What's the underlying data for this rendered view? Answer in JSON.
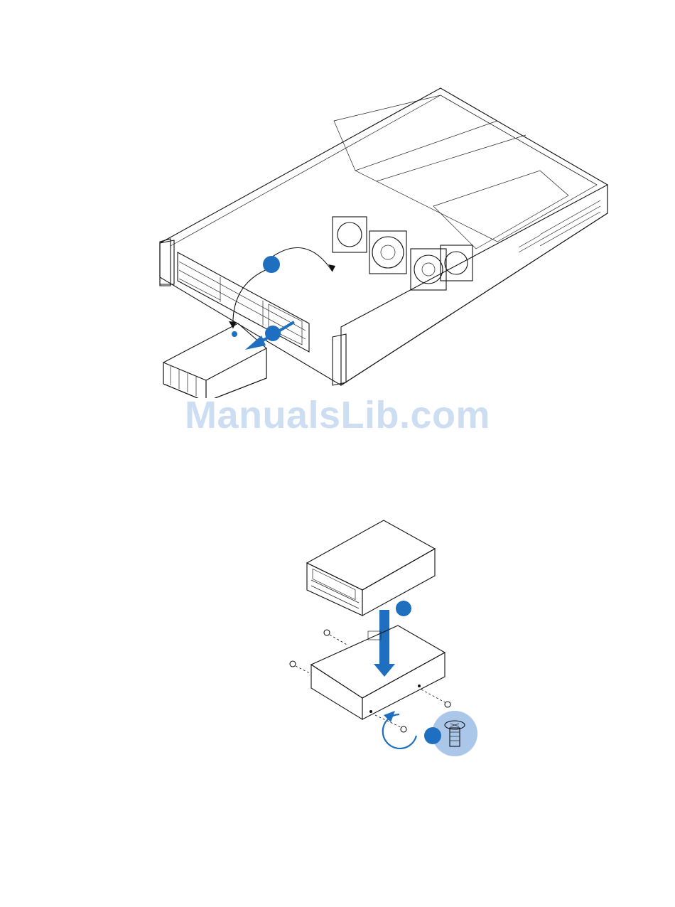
{
  "watermark": {
    "text": "ManualsLib.com"
  },
  "figure_1": {
    "callouts": [
      {
        "id": "callout-1",
        "label": ""
      },
      {
        "id": "callout-2",
        "label": ""
      }
    ]
  },
  "figure_2": {
    "callouts": [
      {
        "id": "callout-3",
        "label": ""
      },
      {
        "id": "callout-4",
        "label": ""
      }
    ]
  },
  "colors": {
    "callout_blue": "#1f6fc1",
    "arrow_blue": "#1f6fc1",
    "screw_bg": "#aac7ea",
    "chassis_fill": "#ffffff",
    "line": "#111111",
    "shade": "#cfcfcf"
  }
}
